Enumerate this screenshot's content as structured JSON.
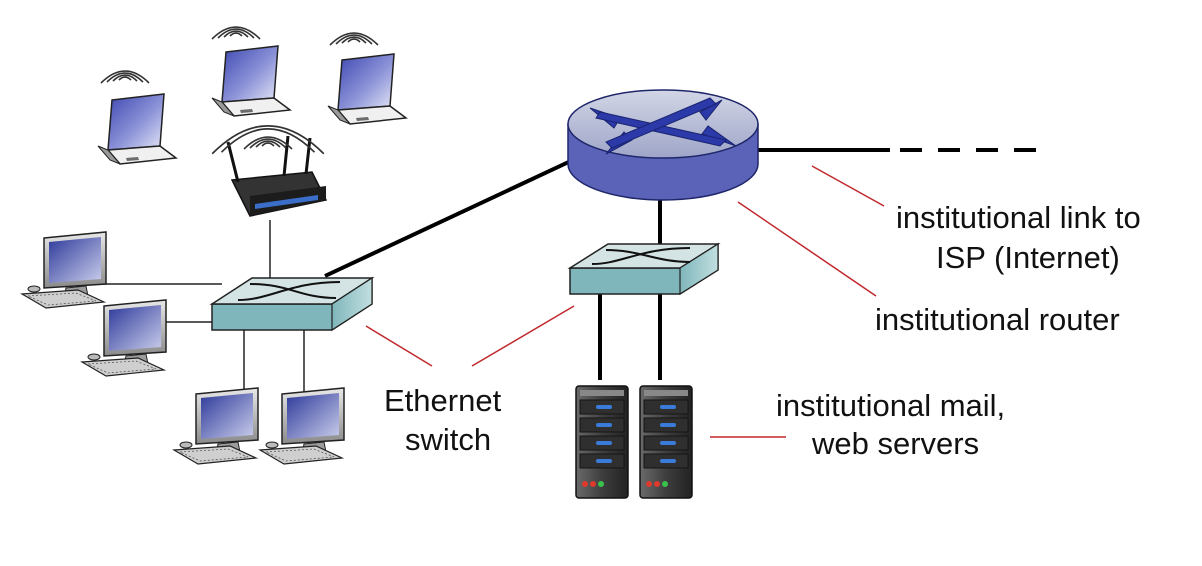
{
  "labels": {
    "isp_link_line1": "institutional link to",
    "isp_link_line2": "ISP (Internet)",
    "router": "institutional router",
    "switch_line1": "Ethernet",
    "switch_line2": "switch",
    "servers_line1": "institutional mail,",
    "servers_line2": "web servers"
  },
  "colors": {
    "callout_line": "#c0282d",
    "router_body": "#5a63b8",
    "router_top": "#b9bfd6",
    "router_cross": "#2b3aa8",
    "switch_body": "#8fc0c4",
    "switch_top": "#d4e4e4",
    "laptop_screen": "#5b64c4",
    "server_body": "#4a4a4a",
    "server_led_blue": "#3a7ad8"
  },
  "icons": {
    "router": "router-icon",
    "switch": "ethernet-switch-icon",
    "wireless_ap": "wireless-access-point-icon",
    "laptop": "laptop-icon",
    "desktop": "desktop-computer-icon",
    "server": "server-icon"
  }
}
